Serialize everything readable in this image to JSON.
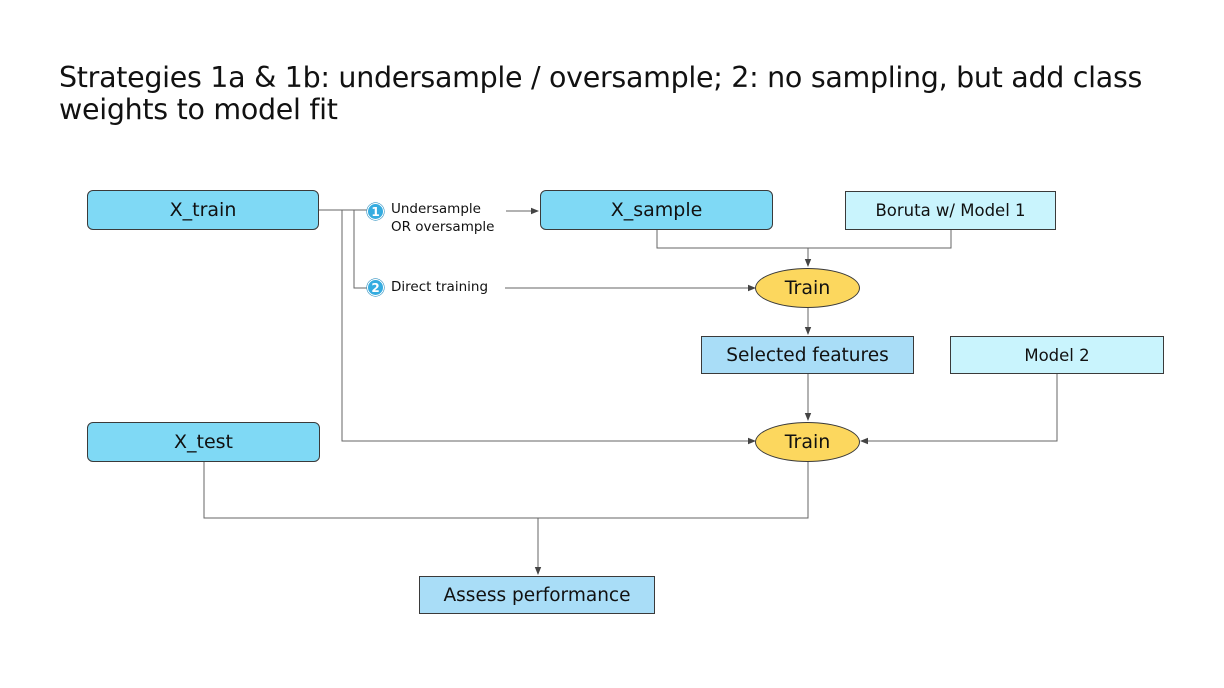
{
  "title": "Strategies 1a & 1b: undersample / oversample; 2: no sampling, but add class weights to model fit",
  "nodes": {
    "x_train": "X_train",
    "x_sample": "X_sample",
    "boruta": "Boruta w/ Model 1",
    "train_1": "Train",
    "selected_features": "Selected features",
    "model_2": "Model 2",
    "x_test": "X_test",
    "train_2": "Train",
    "assess": "Assess performance"
  },
  "branches": [
    {
      "badge": "1",
      "label_line1": "Undersample",
      "label_line2": "OR oversample"
    },
    {
      "badge": "2",
      "label_line1": "Direct training"
    }
  ],
  "colors": {
    "data_node": "#7fd9f5",
    "model_node": "#c9f4fd",
    "result_node": "#a9ddf7",
    "operation_node": "#fcd75e",
    "branch_badge": "#35ace0",
    "connector": "#555555"
  }
}
